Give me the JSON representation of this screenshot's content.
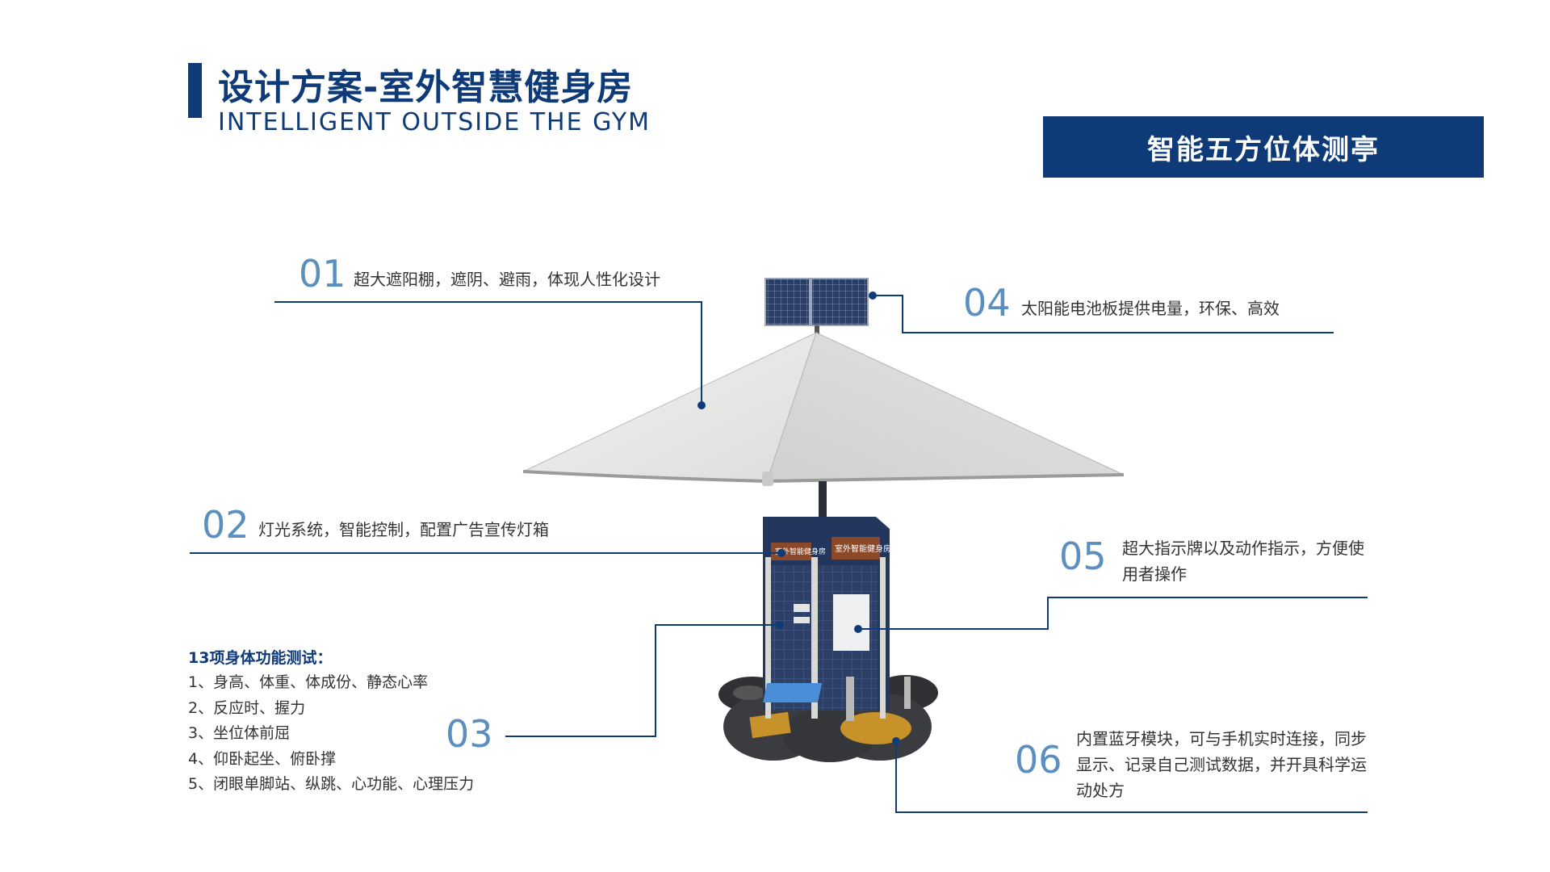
{
  "header": {
    "title": "设计方案-室外智慧健身房",
    "subtitle": "INTELLIGENT  OUTSIDE THE GYM",
    "badge": "智能五方位体测亭"
  },
  "features": [
    {
      "num": "01",
      "text": "超大遮阳棚，遮阴、避雨，体现人性化设计"
    },
    {
      "num": "02",
      "text": "灯光系统，智能控制，配置广告宣传灯箱"
    },
    {
      "num": "03",
      "text": ""
    },
    {
      "num": "04",
      "text": "太阳能电池板提供电量，环保、高效"
    },
    {
      "num": "05",
      "text": "超大指示牌以及动作指示，方便使用者操作"
    },
    {
      "num": "06",
      "text": "内置蓝牙模块，可与手机实时连接，同步显示、记录自己测试数据，并开具科学运动处方"
    }
  ],
  "tests": {
    "heading": "13项身体功能测试：",
    "items": [
      "1、身高、体重、体成份、静态心率",
      "2、反应时、握力",
      "3、坐位体前屈",
      "4、仰卧起坐、俯卧撑",
      "5、闭眼单脚站、纵跳、心功能、心理压力"
    ]
  },
  "kiosk": {
    "sign_left": "室外智能健身房",
    "sign_right": "室外智能健身房"
  },
  "colors": {
    "brand": "#0e3a78",
    "number": "#5b8fbf",
    "canopy": "#e6e7e5",
    "panel": "#2b3f66",
    "pad": "#c7922a"
  }
}
